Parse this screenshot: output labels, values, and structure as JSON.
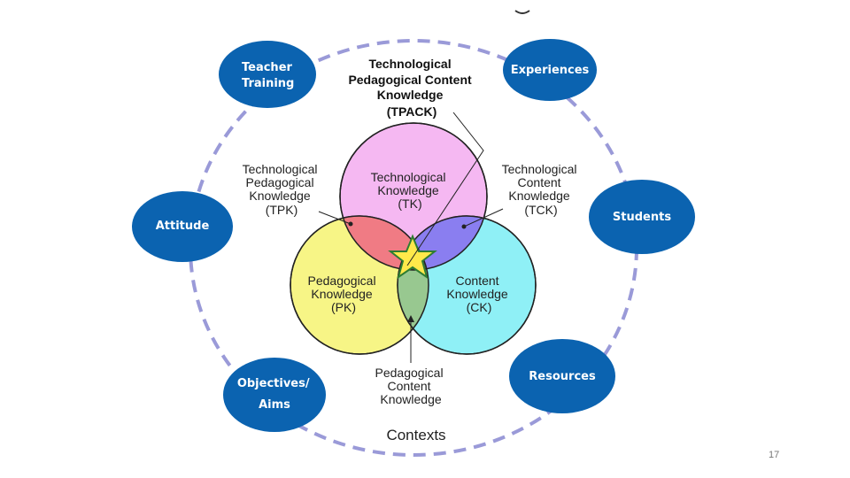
{
  "colors": {
    "oval_fill": "#0b63b0",
    "contexts_ring": "#9a9ad8",
    "tk_circle": "#f5b8f2",
    "pk_circle": "#f7f586",
    "ck_circle": "#8ff0f6",
    "tpk_overlap": "#f07b84",
    "tck_overlap": "#8a7ef0",
    "pck_overlap": "#98c890",
    "tpack_center": "#556644",
    "star": "#ffe94a"
  },
  "factors": {
    "teacher_training": [
      "Teacher",
      "Training"
    ],
    "experiences": [
      "Experiences"
    ],
    "attitude": [
      "Attitude"
    ],
    "students": [
      "Students"
    ],
    "objectives": [
      "Objectives/",
      "Aims"
    ],
    "resources": [
      "Resources"
    ]
  },
  "venn": {
    "tk": [
      "Technological",
      "Knowledge",
      "(TK)"
    ],
    "pk": [
      "Pedagogical",
      "Knowledge",
      "(PK)"
    ],
    "ck": [
      "Content",
      "Knowledge",
      "(CK)"
    ]
  },
  "overlaps": {
    "tpack": [
      "Technological",
      "Pedagogical Content",
      "Knowledge",
      "(TPACK)"
    ],
    "tpk": [
      "Technological",
      "Pedagogical",
      "Knowledge",
      "(TPK)"
    ],
    "tck": [
      "Technological",
      "Content",
      "Knowledge",
      "(TCK)"
    ],
    "pck": [
      "Pedagogical",
      "Content",
      "Knowledge"
    ]
  },
  "contexts_label": "Contexts",
  "page_number": "17",
  "icons": {
    "center": "star-icon"
  }
}
